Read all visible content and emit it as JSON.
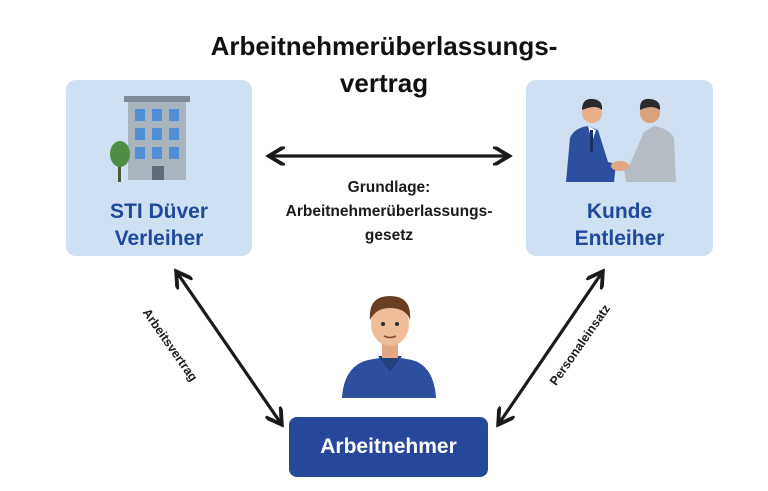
{
  "title": "Arbeitnehmerüberlassungs-\nvertrag",
  "left_party": {
    "label": "STI Düver\nVerleiher",
    "icon": "office-building-icon"
  },
  "right_party": {
    "label": "Kunde\nEntleiher",
    "icon": "handshake-people-icon"
  },
  "center_relation": {
    "label": "Grundlage:\nArbeitnehmerüberlassungs-\ngesetz",
    "arrow": "double-headed"
  },
  "worker": {
    "label": "Arbeitnehmer",
    "icon": "person-avatar-icon"
  },
  "left_relation": {
    "label": "Arbeitsvertrag"
  },
  "right_relation": {
    "label": "Personaleinsatz"
  },
  "colors": {
    "box_fill": "#cfe0f2",
    "box_text": "#1f4a9a",
    "worker_fill": "#26489a",
    "arrow": "#1a1a1a"
  }
}
